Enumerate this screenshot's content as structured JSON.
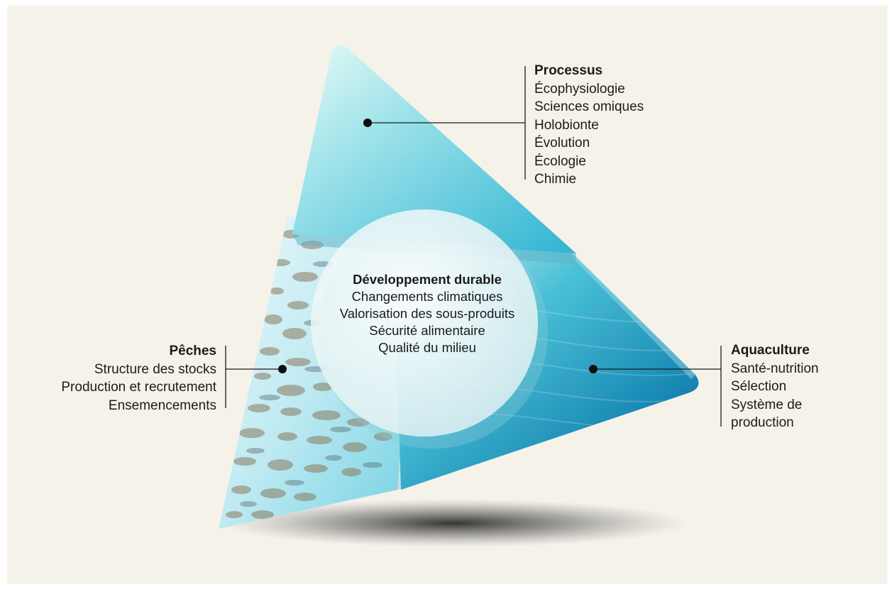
{
  "processus": {
    "title": "Processus",
    "items": [
      "Écophysiologie",
      "Sciences omiques",
      "Holobionte",
      "Évolution",
      "Écologie",
      "Chimie"
    ]
  },
  "peches": {
    "title": "Pêches",
    "items": [
      "Structure des stocks",
      "Production et recrutement",
      "Ensemencements"
    ]
  },
  "aquaculture": {
    "title": "Aquaculture",
    "items": [
      "Santé-nutrition",
      "Sélection",
      "Système de",
      "production"
    ]
  },
  "center": {
    "title": "Développement durable",
    "items": [
      "Changements climatiques",
      "Valorisation des sous-produits",
      "Sécurité alimentaire",
      "Qualité du milieu"
    ]
  },
  "colors": {
    "background": "#f5f2ea",
    "accent_light": "#b8ecf0",
    "accent_mid": "#3cc0d8",
    "accent_deep": "#0a6c96",
    "text": "#1b1b1b"
  }
}
